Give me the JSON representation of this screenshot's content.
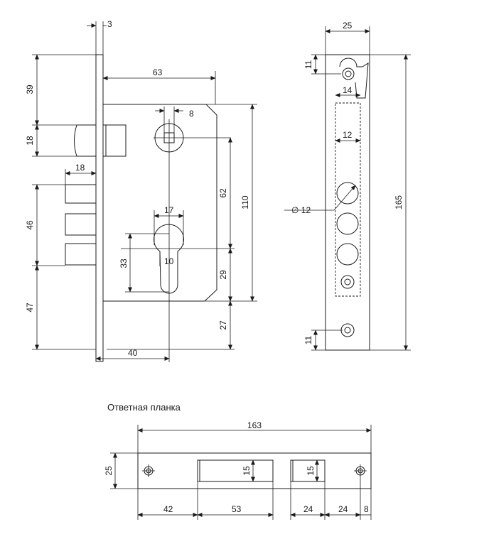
{
  "caption": "Ответная планка",
  "front_view": {
    "dims": {
      "plate_thickness": "3",
      "top_to_bolt": "39",
      "bolt_height": "18",
      "backset": "63",
      "spindle_square": "8",
      "latch_spacing": "18",
      "center_distance": "62",
      "case_height": "110",
      "bolts_span": "46",
      "cyl_width": "17",
      "cyl_height": "33",
      "cyl_slot": "10",
      "cyl_to_bottom": "29",
      "bottom_margin": "47",
      "bottom_case": "27",
      "cyl_backset": "40"
    }
  },
  "side_view": {
    "dims": {
      "plate_width": "25",
      "top_hole_offset": "11",
      "hook_width": "14",
      "window_width": "12",
      "hole_diameter": "∅ 12",
      "plate_height": "165",
      "bottom_hole_offset": "11"
    }
  },
  "strike_plate": {
    "dims": {
      "length": "163",
      "height": "25",
      "slot1_height": "15",
      "slot2_height": "15",
      "left_margin": "42",
      "slot1_width": "53",
      "slot2_width": "24",
      "gap": "24",
      "right_margin": "8"
    }
  }
}
